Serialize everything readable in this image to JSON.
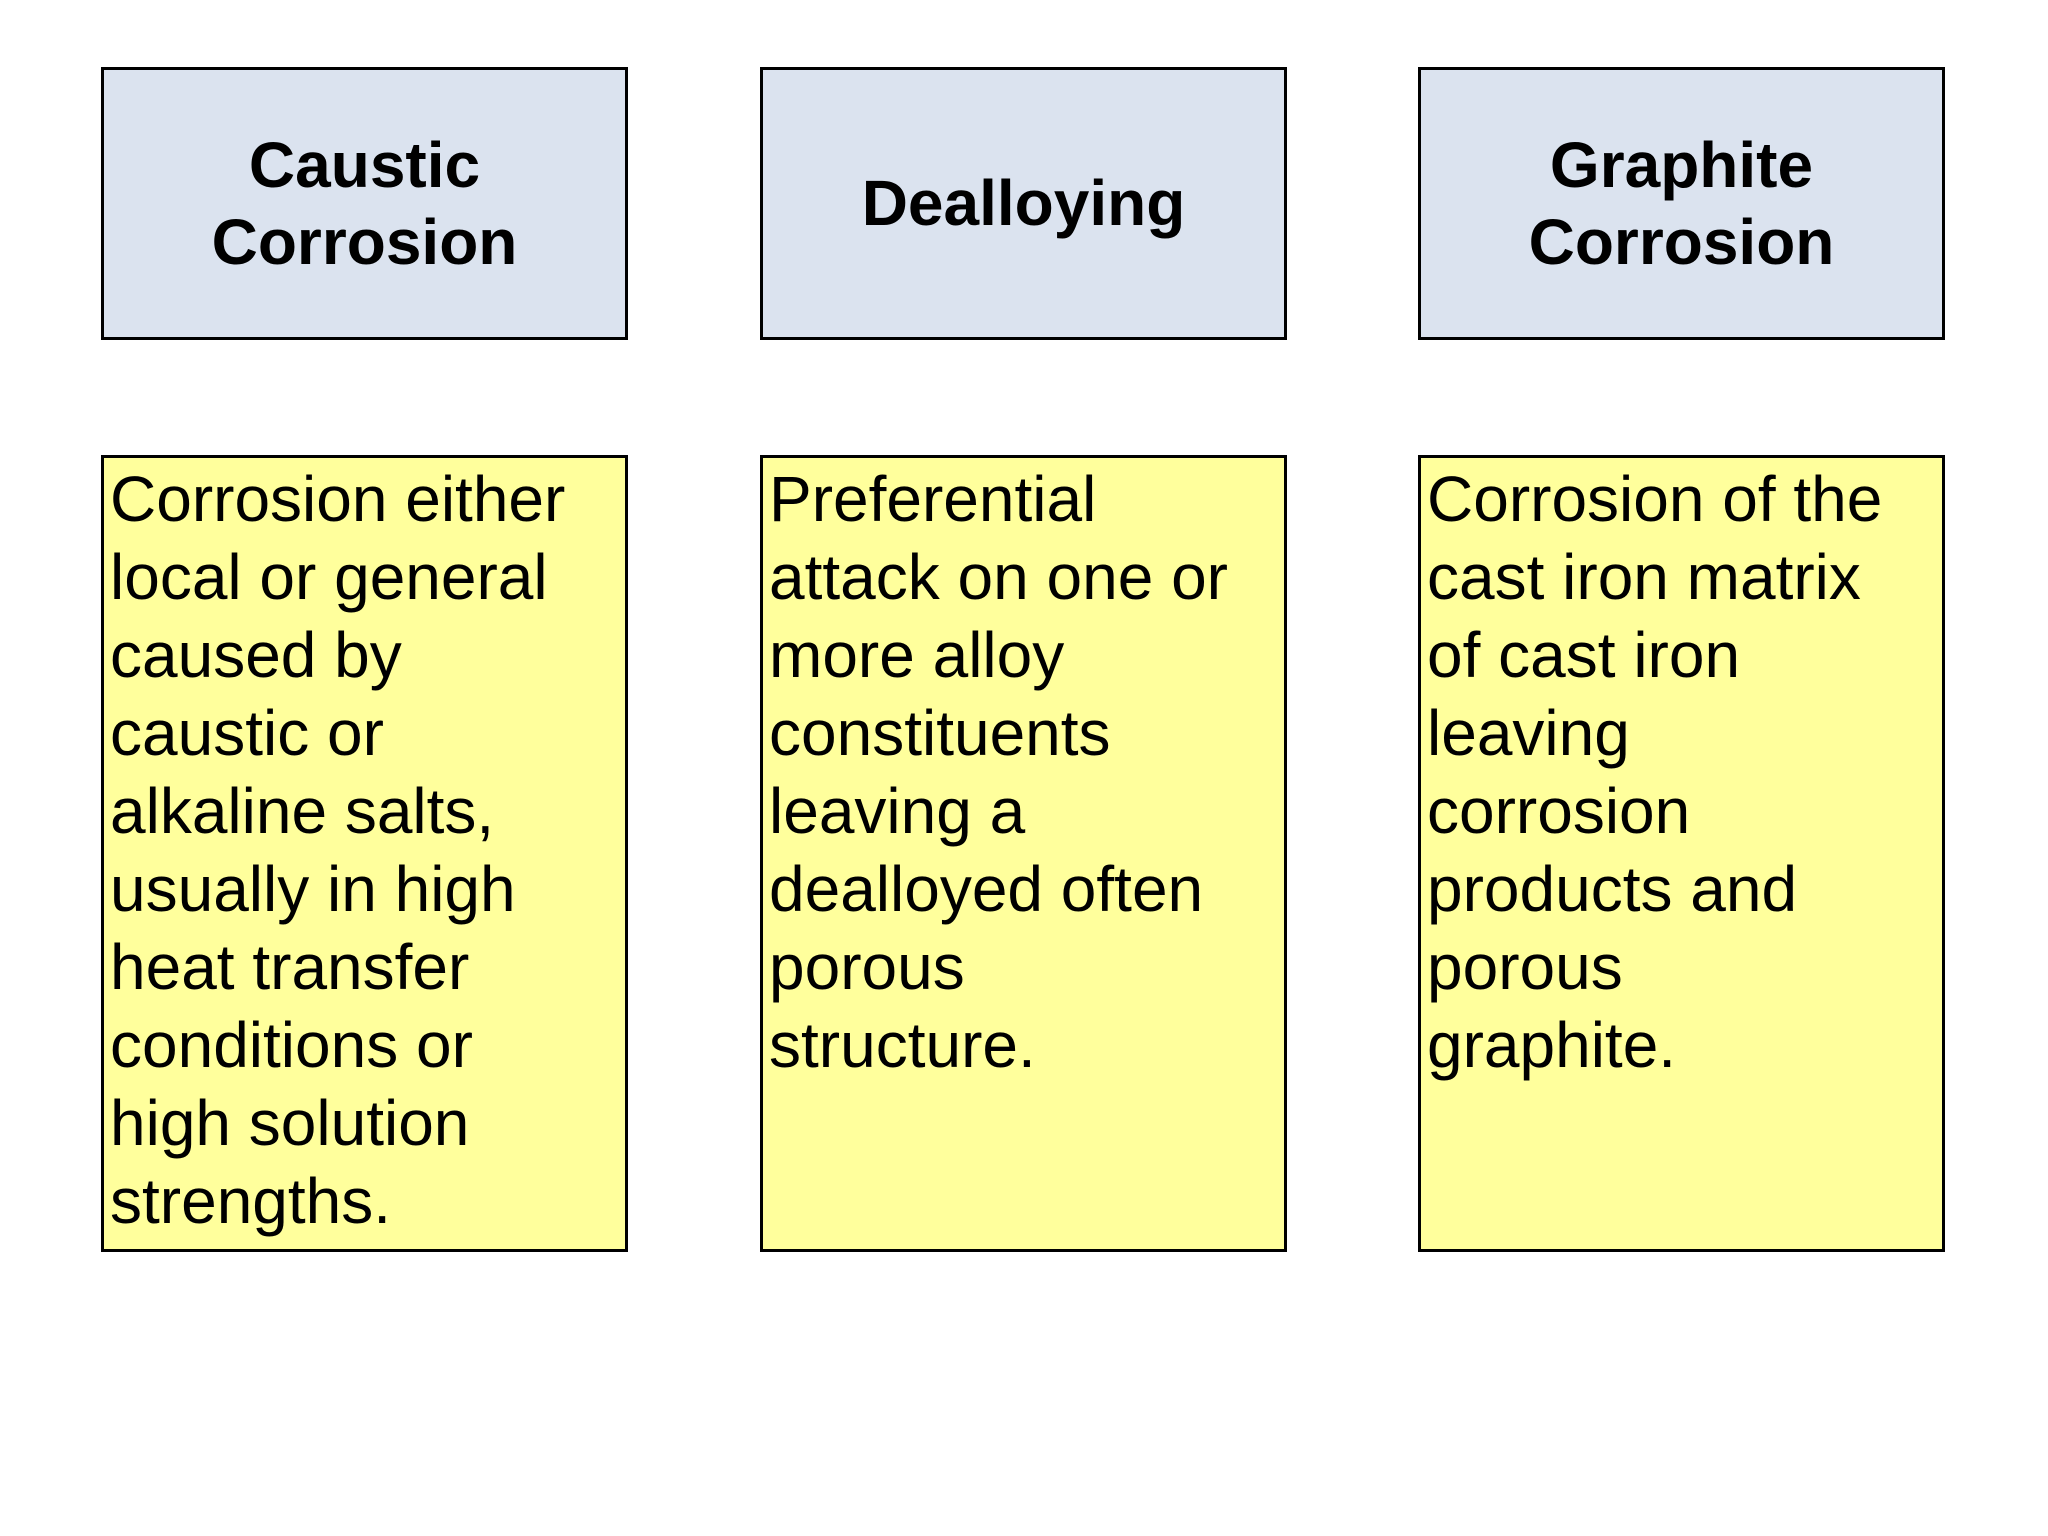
{
  "slide": {
    "background_color": "#ffffff",
    "header_fill_color": "#dbe3ef",
    "body_fill_color": "#ffff9c",
    "border_color": "#000000",
    "text_color": "#000000"
  },
  "columns": [
    {
      "header": "Caustic\nCorrosion",
      "body": "Corrosion either\nlocal or general\ncaused by\ncaustic or\nalkaline salts,\nusually in high\nheat transfer\nconditions or\nhigh solution\nstrengths."
    },
    {
      "header": "Dealloying",
      "body": "Preferential\nattack on one or\nmore alloy\nconstituents\nleaving a\ndealloyed often\nporous\nstructure."
    },
    {
      "header": "Graphite\nCorrosion",
      "body": "Corrosion of the\ncast iron matrix\nof cast iron\nleaving\ncorrosion\nproducts and\nporous\ngraphite."
    }
  ]
}
